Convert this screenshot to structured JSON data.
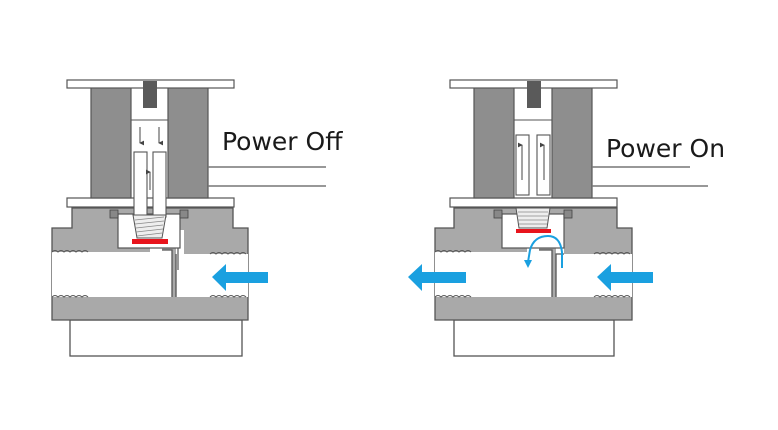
{
  "title": "Solenoid valve operation: power off vs power on",
  "colors": {
    "body_gray": "#a9a9a9",
    "coil_gray": "#8e8e8e",
    "plunger_cap": "#555555",
    "outline": "#555555",
    "seal_red": "#e8141c",
    "flow_blue": "#1aa0e0",
    "chamber_white": "#ffffff"
  },
  "diagrams": [
    {
      "id": "power-off",
      "label": "Power Off",
      "state": "closed",
      "flow_arrows": [
        {
          "direction": "left",
          "position": "inlet-right"
        }
      ],
      "plunger_arrows": {
        "down": 2,
        "up": 1
      }
    },
    {
      "id": "power-on",
      "label": "Power On",
      "state": "open",
      "flow_arrows": [
        {
          "direction": "left",
          "position": "outlet-left"
        },
        {
          "direction": "left",
          "position": "inlet-right"
        }
      ],
      "plunger_arrows": {
        "down": 0,
        "up": 2
      },
      "curved_flow": true
    }
  ]
}
